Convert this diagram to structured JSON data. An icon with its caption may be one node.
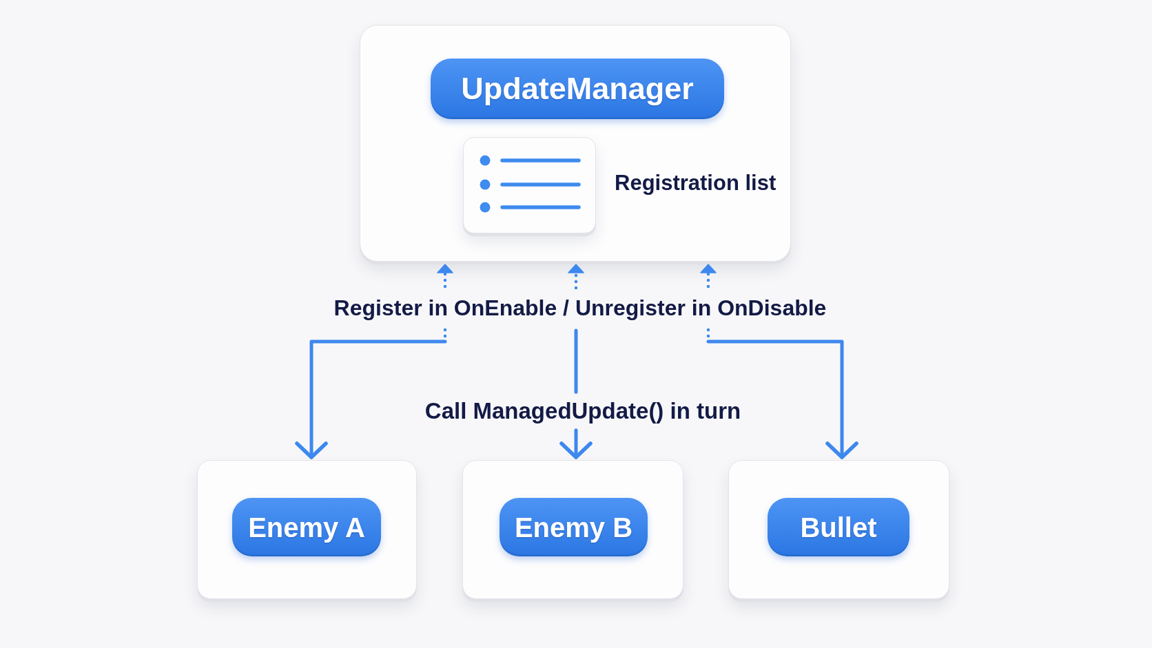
{
  "diagram": {
    "nodes": [
      {
        "text": [],
        "shape": "box"
      },
      {
        "text": [
          "UpdateManager"
        ],
        "in": 0
      },
      {
        "text": [],
        "shape": "box",
        "in": 0,
        "beside": [
          "Registration list"
        ]
      },
      {
        "text": [],
        "shape": "box"
      },
      {
        "text": [
          "Enemy A"
        ],
        "in": 3
      },
      {
        "text": [],
        "shape": "box"
      },
      {
        "text": [
          "Enemy B"
        ],
        "in": 5
      },
      {
        "text": [],
        "shape": "box"
      },
      {
        "text": [
          "Bullet"
        ],
        "in": 7
      }
    ],
    "edges": [
      {
        "from": 3,
        "to": 0,
        "arrow": "to",
        "style": "dashed"
      },
      {
        "from": 5,
        "to": 0,
        "arrow": "to",
        "style": "dashed",
        "label": "Register in OnEnable / Unregister in OnDisable"
      },
      {
        "from": 7,
        "to": 0,
        "arrow": "to",
        "style": "dashed"
      },
      {
        "from": 0,
        "to": 3,
        "arrow": "to"
      },
      {
        "from": 0,
        "to": 5,
        "arrow": "to",
        "label": "Call ManagedUpdate() in turn"
      },
      {
        "from": 0,
        "to": 7,
        "arrow": "to"
      }
    ]
  }
}
